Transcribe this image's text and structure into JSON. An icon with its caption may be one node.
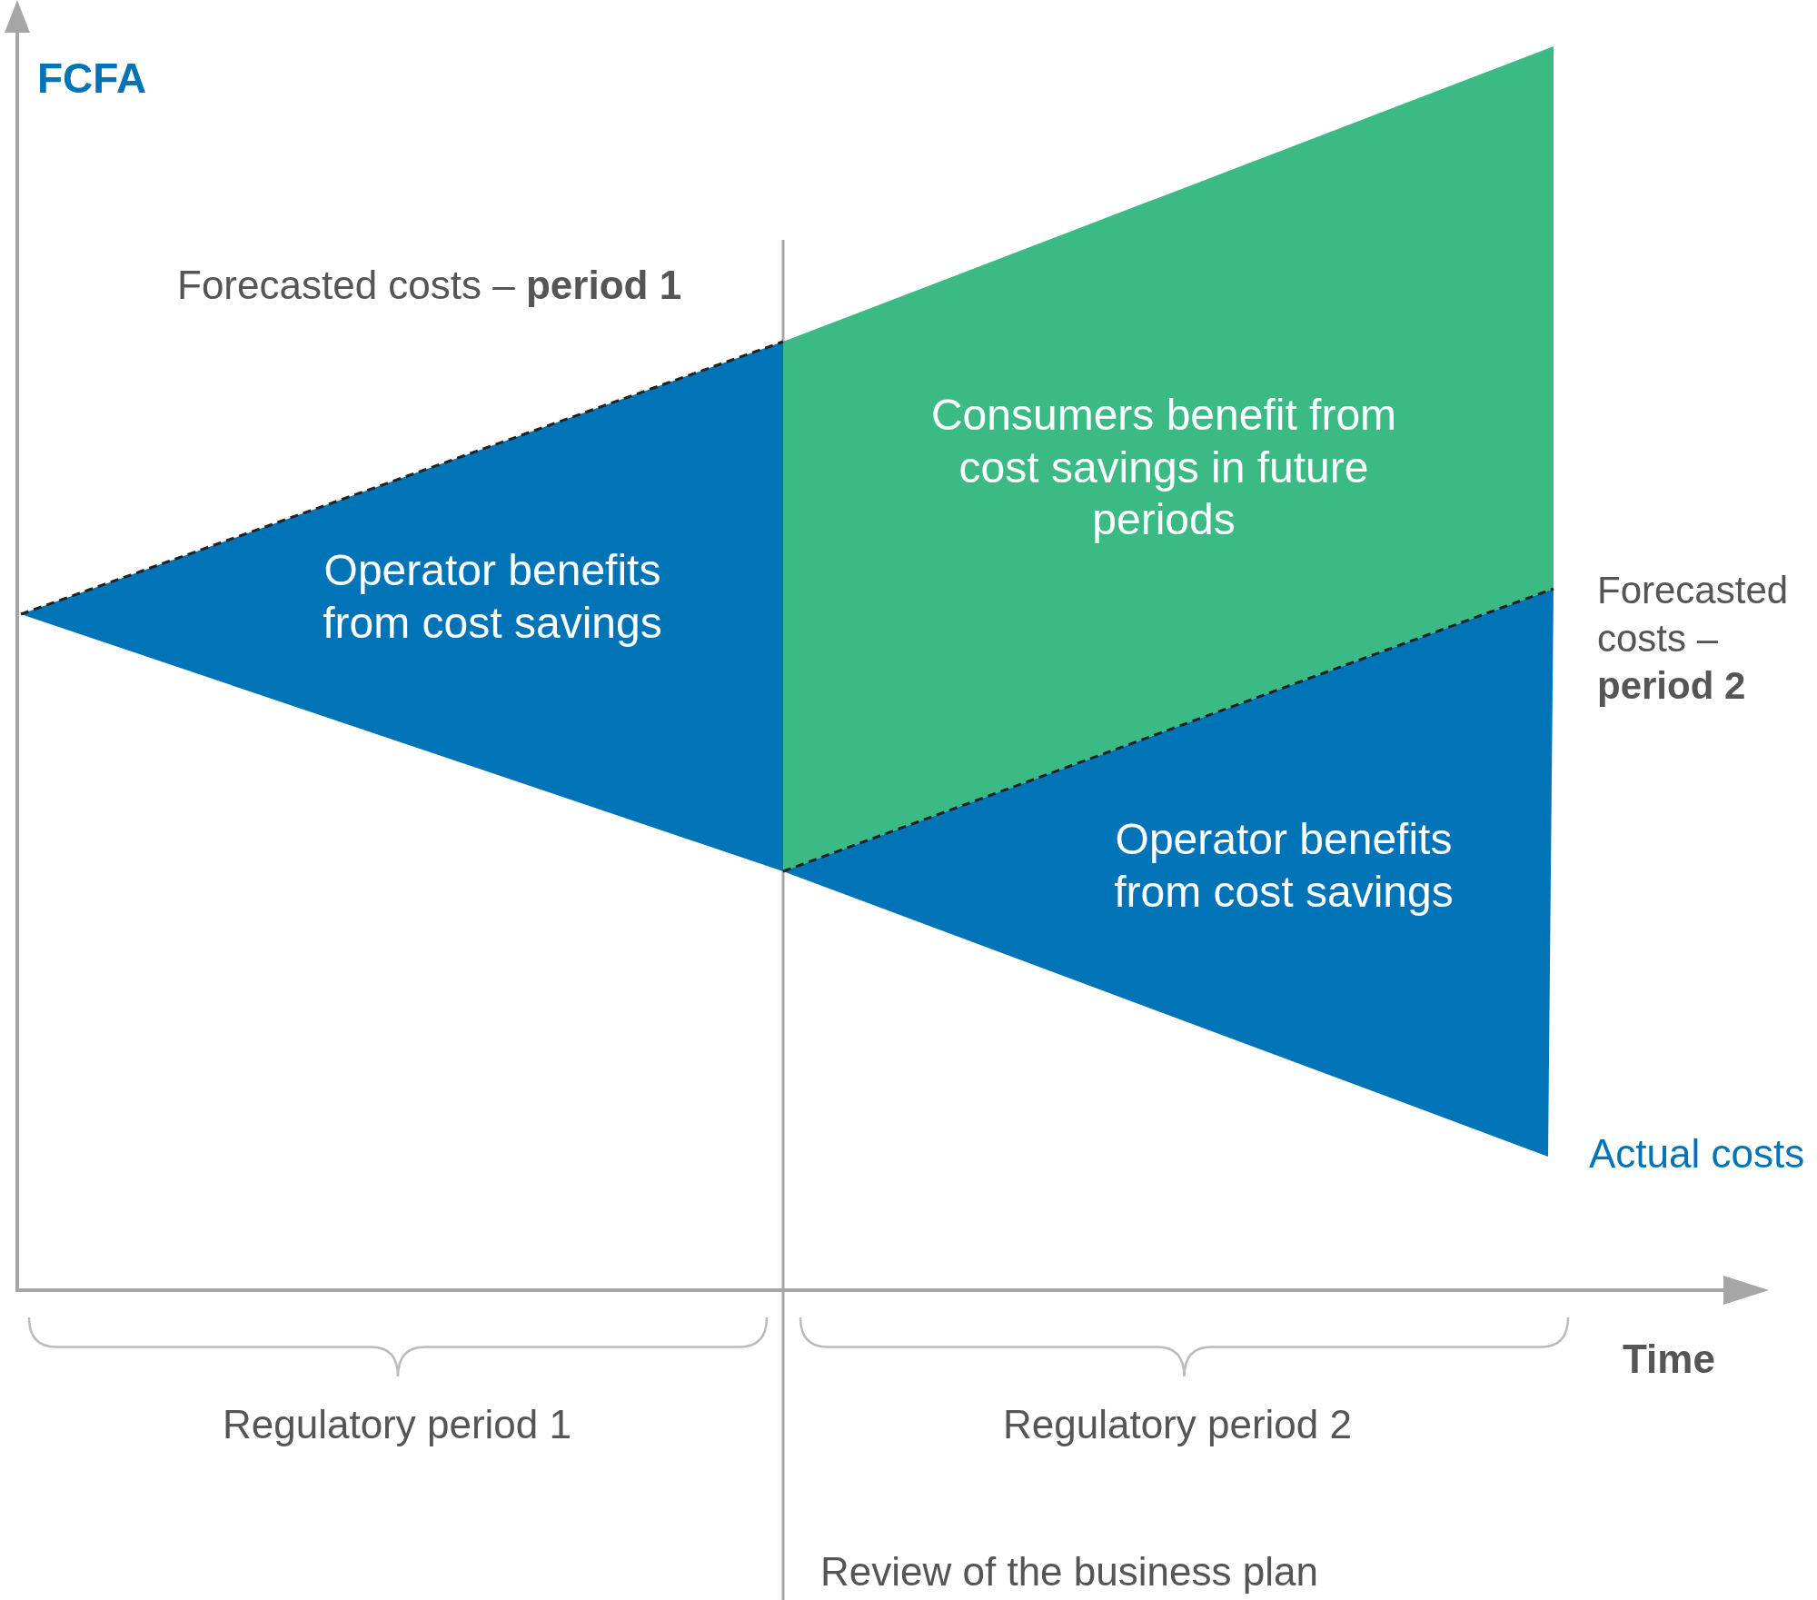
{
  "diagram": {
    "nodes": [
      {
        "text": [
          "Operator benefits from cost savings"
        ]
      },
      {
        "text": [
          "Consumers benefit from cost savings in future periods"
        ]
      },
      {
        "text": [
          "Operator benefits from cost savings"
        ]
      }
    ],
    "labels": [
      "FCFA",
      "Forecasted costs – **period 1**",
      "Forecasted costs – **period 2**",
      "Actual costs",
      "Time",
      "Regulatory period 1",
      "Regulatory period 2",
      "Review of the business plan"
    ]
  }
}
